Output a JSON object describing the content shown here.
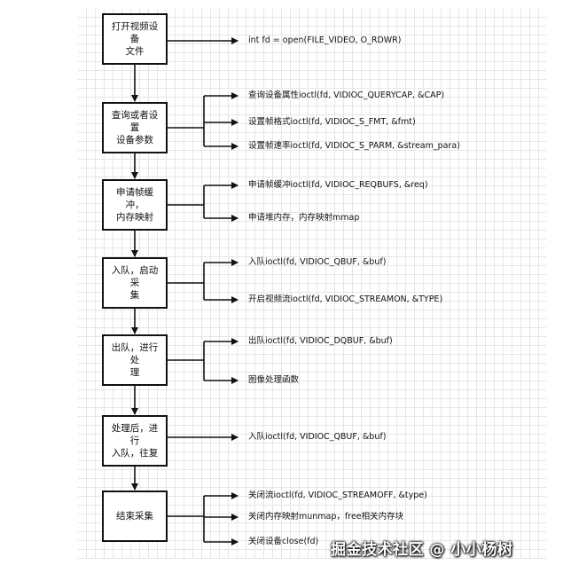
{
  "steps": [
    {
      "label": "打开视频设备\n文件",
      "calls": [
        "int fd = open(FILE_VIDEO, O_RDWR)"
      ]
    },
    {
      "label": "查询或者设置\n设备参数",
      "calls": [
        "查询设备属性ioctl(fd, VIDIOC_QUERYCAP, &CAP)",
        "设置帧格式ioctl(fd, VIDIOC_S_FMT, &fmt)",
        "设置帧速率ioctl(fd, VIDIOC_S_PARM, &stream_para)"
      ]
    },
    {
      "label": "申请帧缓冲，\n内存映射",
      "calls": [
        "申请帧缓冲ioctl(fd, VIDIOC_REQBUFS, &req)",
        "申请堆内存，内存映射mmap"
      ]
    },
    {
      "label": "入队，启动采\n集",
      "calls": [
        "入队ioctl(fd, VIDIOC_QBUF, &buf)",
        "开启视频流ioctl(fd, VIDIOC_STREAMON, &TYPE)"
      ]
    },
    {
      "label": "出队，进行处\n理",
      "calls": [
        "出队ioctl(fd, VIDIOC_DQBUF, &buf)",
        "图像处理函数"
      ]
    },
    {
      "label": "处理后，进行\n入队，往复",
      "calls": [
        "入队ioctl(fd, VIDIOC_QBUF, &buf)"
      ]
    },
    {
      "label": "结束采集",
      "calls": [
        "关闭流ioctl(fd, VIDIOC_STREAMOFF, &type)",
        "关闭内存映射munmap，free相关内存块",
        "关闭设备close(fd)"
      ]
    }
  ],
  "watermark": "掘金技术社区 @ 小小杨树"
}
